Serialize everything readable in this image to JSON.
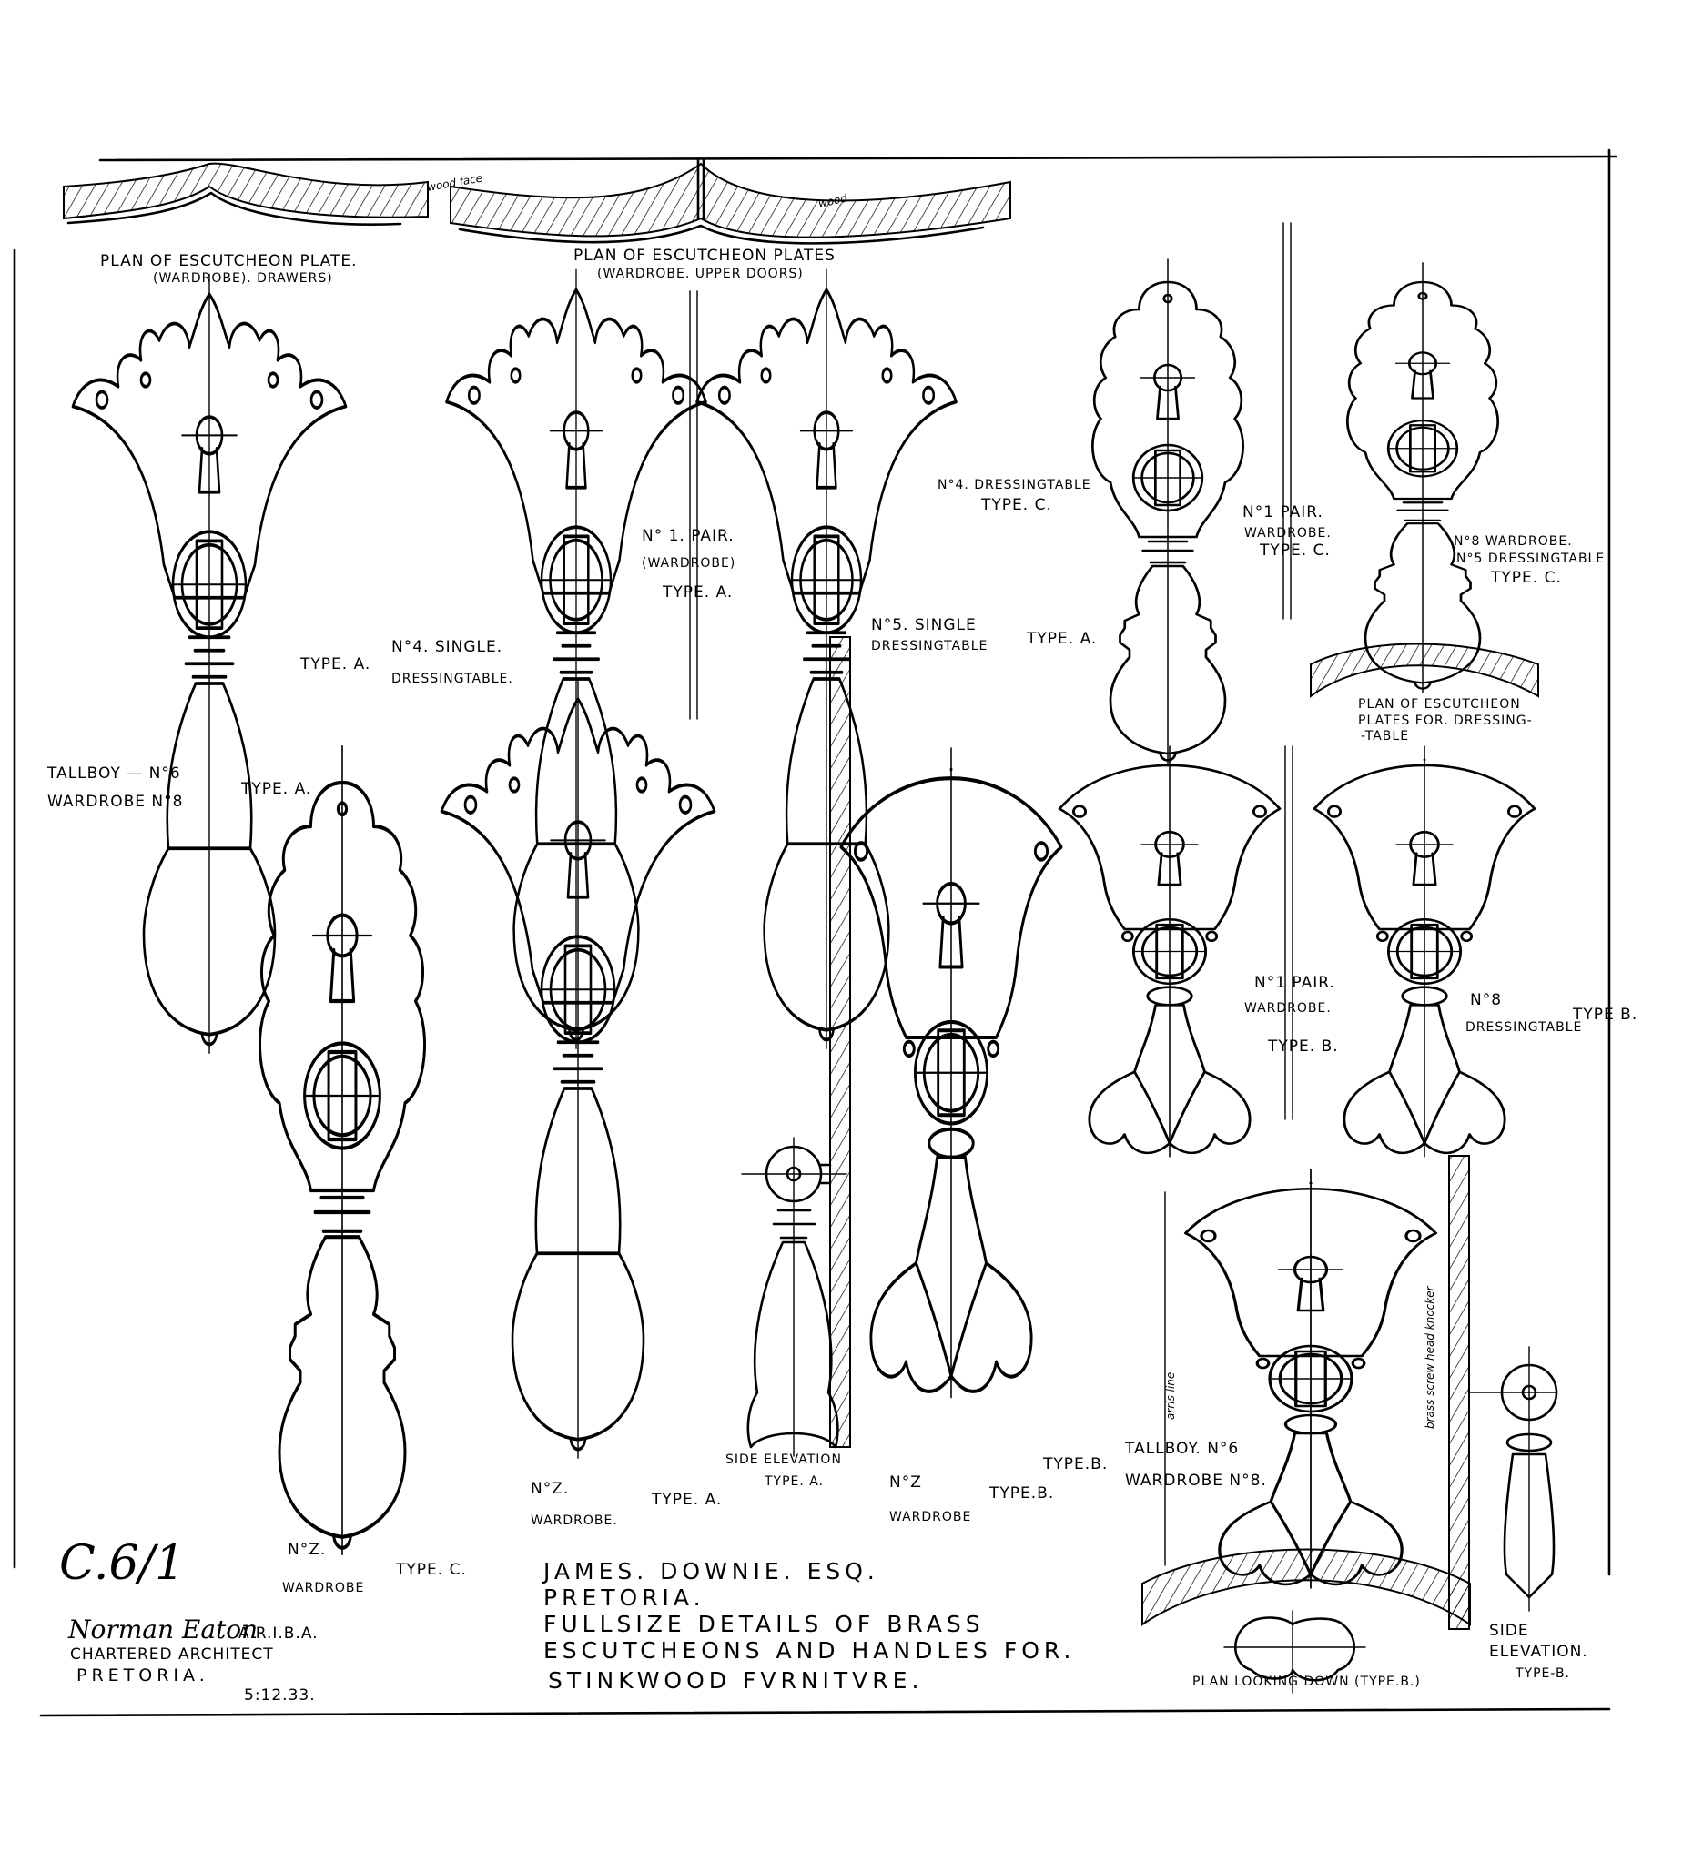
{
  "colors": {
    "ink": "#000000",
    "paper": "#ffffff"
  },
  "plans": {
    "drawers_title": "PLAN OF ESCUTCHEON PLATE.",
    "drawers_sub": "(WARDROBE). DRAWERS)",
    "upper_title": "PLAN OF ESCUTCHEON PLATES",
    "upper_sub": "(WARDROBE. UPPER DOORS)",
    "wood_face": "wood face",
    "wood": "wood",
    "dressing_l1": "PLAN OF ESCUTCHEON",
    "dressing_l2": "PLATES FOR. DRESSING-",
    "dressing_l3": "-TABLE",
    "looking_down": "PLAN LOOKING DOWN (TYPE.B.)"
  },
  "labels": {
    "tallboy_l1": "TALLBOY — N°6",
    "tallboy_l2": "WARDROBE N°8",
    "tallboy_type": "TYPE. A.",
    "n4single_l1": "N°4. SINGLE.",
    "n4single_l2": "DRESSINGTABLE.",
    "n4single_type": "TYPE. A.",
    "n1pair_l1": "N° 1. PAIR.",
    "n1pair_l2": "(WARDROBE)",
    "n1pair_type": "TYPE. A.",
    "n5single_l1": "N°5. SINGLE",
    "n5single_l2": "DRESSINGTABLE",
    "n5single_type": "TYPE. A.",
    "n4dress_l1": "N°4. DRESSINGTABLE",
    "n4dress_type": "TYPE. C.",
    "n1pairc_l1": "N°1 PAIR.",
    "n1pairc_l2": "WARDROBE.",
    "n1pairc_type": "TYPE. C.",
    "n8c_l1": "N°8 WARDROBE.",
    "n8c_l2": "N°5 DRESSINGTABLE",
    "n8c_type": "TYPE. C.",
    "n1pairb_l1": "N°1 PAIR.",
    "n1pairb_l2": "WARDROBE.",
    "n1pairb_type": "TYPE. B.",
    "n8b_l1": "N°8",
    "n8b_l2": "DRESSINGTABLE",
    "n8b_type": "TYPE B.",
    "side_a_l1": "SIDE ELEVATION",
    "side_a_type": "TYPE. A.",
    "nz_a_l1": "N°Z.",
    "nz_a_l2": "WARDROBE.",
    "nz_a_type": "TYPE. A.",
    "nz_b_l1": "N°Z",
    "nz_b_l2": "WARDROBE",
    "nz_b_type": "TYPE.B.",
    "tallboyb_type": "TYPE.B.",
    "tallboyb_l1": "TALLBOY. N°6",
    "tallboyb_l2": "WARDROBE N°8.",
    "nz_c_l1": "N°Z.",
    "nz_c_l2": "WARDROBE",
    "nz_c_type": "TYPE. C.",
    "side_b_l1": "SIDE",
    "side_b_l2": "ELEVATION.",
    "side_b_type": "TYPE-B.",
    "arris_line": "arris line",
    "brass_knocker": "brass screw head knocker"
  },
  "title_block": {
    "client": "JAMES. DOWNIE. ESQ.",
    "place": "PRETORIA.",
    "desc_l1": "FULLSIZE DETAILS OF BRASS",
    "desc_l2": "ESCUTCHEONS AND HANDLES FOR.",
    "desc_l3": "STINKWOOD FVRNITVRE."
  },
  "architect": {
    "signature": "Norman Eaton",
    "qual": "A.R.I.B.A.",
    "role": "CHARTERED ARCHITECT",
    "city": "PRETORIA.",
    "date": "5:12.33."
  },
  "sheet_ref": "C.6/1"
}
